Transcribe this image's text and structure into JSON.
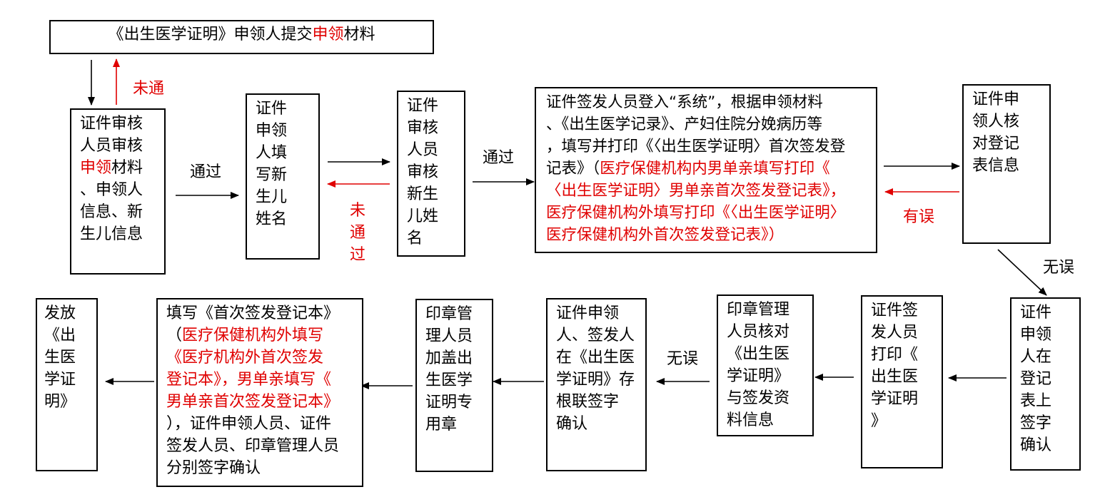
{
  "colors": {
    "black": "#000000",
    "red": "#e00000"
  },
  "boxes": {
    "b1": [
      {
        "t": "《出生医学证明》申领人提交",
        "c": "k"
      },
      {
        "t": "申领",
        "c": "r"
      },
      {
        "t": "材料",
        "c": "k"
      }
    ],
    "b2": [
      {
        "t": "证件审核\n人员审核\n",
        "c": "k"
      },
      {
        "t": "申领",
        "c": "r"
      },
      {
        "t": "材料\n、申领人\n信息、新\n生儿信息",
        "c": "k"
      }
    ],
    "b3": [
      {
        "t": "证件\n申领\n人填\n写新\n生儿\n姓名",
        "c": "k"
      }
    ],
    "b4": [
      {
        "t": "证件\n审核\n人员\n审核\n新生\n儿姓\n名",
        "c": "k"
      }
    ],
    "b5": [
      {
        "t": "证件签发人员登入“系统”，根据申领材料\n、《出生医学记录》、产妇住院分娩病历等\n，填写并打印《〈出生医学证明〉首次签发登\n记表》（",
        "c": "k"
      },
      {
        "t": "医疗保健机构内男单亲填写打印《\n〈出生医学证明〉男单亲首次签发登记表》，\n医疗保健机构外填写打印《〈出生医学证明〉\n医疗保健机构外首次签发登记表》）",
        "c": "r"
      }
    ],
    "b6": [
      {
        "t": "证件申\n领人核\n对登记\n表信息",
        "c": "k"
      }
    ],
    "b7": [
      {
        "t": "证件\n申领\n人在\n登记\n表上\n签字\n确认",
        "c": "k"
      }
    ],
    "b8": [
      {
        "t": "证件签\n发人员\n打印《\n出生医\n学证明\n》",
        "c": "k"
      }
    ],
    "b9": [
      {
        "t": "印章管理\n人员核对\n《出生医\n学证明》\n与签发资\n料信息",
        "c": "k"
      }
    ],
    "b10": [
      {
        "t": "证件申领\n人、签发人\n在《出生医\n学证明》存\n根联签字\n确认",
        "c": "k"
      }
    ],
    "b11": [
      {
        "t": "印章管\n理人员\n加盖出\n生医学\n证明专\n用章",
        "c": "k"
      }
    ],
    "b12": [
      {
        "t": "填写《首次签发登记本》\n（",
        "c": "k"
      },
      {
        "t": "医疗保健机构外填写\n《医疗机构外首次签发\n登记本》，男单亲填写《\n男单亲首次签发登记本》",
        "c": "r"
      },
      {
        "t": "\n），证件申领人员、证件\n签发人员、印章管理人员\n分别签字确认",
        "c": "k"
      }
    ],
    "b13": [
      {
        "t": "发放\n《出\n生医\n学证\n明》",
        "c": "k"
      }
    ]
  },
  "labels": {
    "fail_1": "未通",
    "pass_1": "通过",
    "fail_2": "未通过",
    "pass_2": "通过",
    "error": "有误",
    "no_error_1": "无误",
    "no_error_2": "无误"
  }
}
